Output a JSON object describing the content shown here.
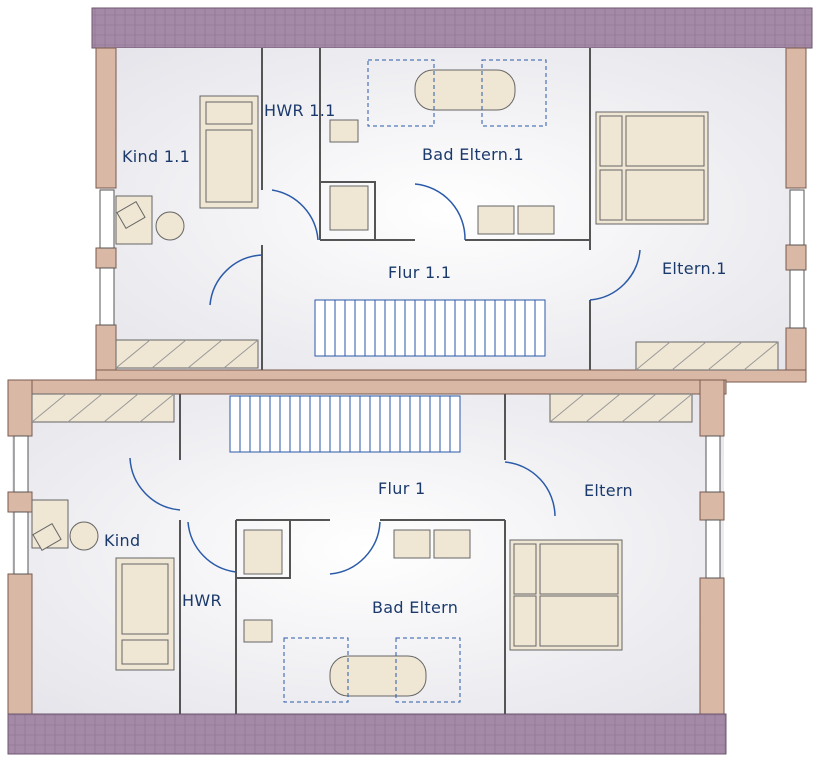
{
  "colors": {
    "wall": "#d9b8a6",
    "wall_stroke": "#7a5a4e",
    "roof": "#a58aa8",
    "floor": "#f1f1f4",
    "label": "#1b3a6b",
    "door": "#2a5aa8",
    "furniture": "#efe6d4",
    "stairs": "#2a5aa8"
  },
  "upper_floor": {
    "rooms": {
      "kind": "Kind 1.1",
      "hwr": "HWR 1.1",
      "bad": "Bad Eltern.1",
      "flur": "Flur 1.1",
      "eltern": "Eltern.1"
    }
  },
  "lower_floor": {
    "rooms": {
      "kind": "Kind",
      "hwr": "HWR",
      "bad": "Bad Eltern",
      "flur": "Flur 1",
      "eltern": "Eltern"
    }
  },
  "icons": {
    "bed": "bed-icon",
    "desk": "desk-icon",
    "chair": "chair-icon",
    "bathtub": "bathtub-icon",
    "sink": "sink-icon",
    "toilet": "toilet-icon",
    "shower": "shower-icon",
    "wardrobe": "wardrobe-icon",
    "door": "door-swing-icon",
    "window": "window-icon",
    "stairs": "stairs-icon"
  }
}
